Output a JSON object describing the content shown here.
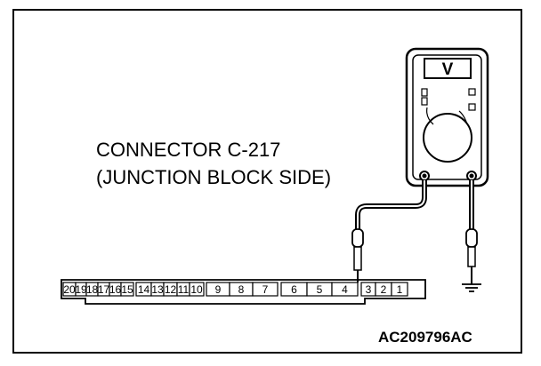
{
  "connector": {
    "line1": "CONNECTOR C-217",
    "line2": "(JUNCTION BLOCK SIDE)"
  },
  "pins": [
    "20",
    "19",
    "18",
    "17",
    "16",
    "15",
    "14",
    "13",
    "12",
    "11",
    "10",
    "9",
    "8",
    "7",
    "6",
    "5",
    "4",
    "3",
    "2",
    "1"
  ],
  "meter": {
    "mode_symbol": "V"
  },
  "figure_code": "AC209796AC"
}
